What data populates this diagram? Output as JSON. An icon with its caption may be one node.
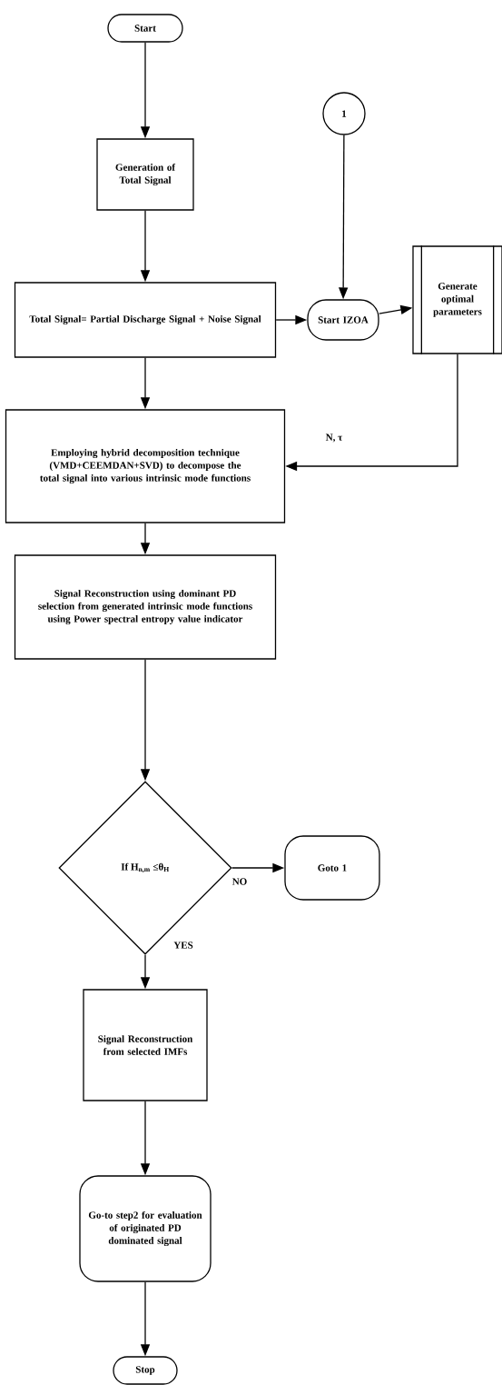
{
  "diagram": {
    "nodes": [
      {
        "text": [
          "Start"
        ]
      },
      {
        "text": [
          "Generation of Total Signal"
        ]
      },
      {
        "text": [
          "Total Signal= Partial Discharge Signal + Noise Signal"
        ]
      },
      {
        "text": [
          "1"
        ]
      },
      {
        "text": [
          "Start IZOA"
        ]
      },
      {
        "text": [
          "Generate optimal parameters"
        ]
      },
      {
        "text": [
          "Employing hybrid decomposition technique (VMD+CEEMDAN+SVD) to decompose the total signal into various intrinsic mode functions"
        ]
      },
      {
        "text": [
          "Signal Reconstruction using dominant PD selection from generated intrinsic mode functions using Power spectral entropy value indicator"
        ]
      },
      {
        "text": [
          "If H$_{n,m}$ ≤θ$_{H}$"
        ]
      },
      {
        "text": [
          "Goto 1"
        ]
      },
      {
        "text": [
          "Signal Reconstruction from selected IMFs"
        ]
      },
      {
        "text": [
          "Go-to step2 for evaluation of originated PD dominated signal"
        ]
      },
      {
        "text": [
          "Stop"
        ]
      }
    ],
    "edges": [
      {
        "from": 0,
        "to": 1,
        "arrow": "to"
      },
      {
        "from": 1,
        "to": 2,
        "arrow": "to"
      },
      {
        "from": 2,
        "to": 4,
        "arrow": "to"
      },
      {
        "from": 3,
        "to": 4,
        "arrow": "to"
      },
      {
        "from": 4,
        "to": 5,
        "arrow": "to"
      },
      {
        "from": 5,
        "to": 6,
        "arrow": "to",
        "label": "N, τ"
      },
      {
        "from": 2,
        "to": 6,
        "arrow": "to"
      },
      {
        "from": 6,
        "to": 7,
        "arrow": "to"
      },
      {
        "from": 7,
        "to": 8,
        "arrow": "to"
      },
      {
        "from": 8,
        "to": 9,
        "arrow": "to",
        "label": "NO"
      },
      {
        "from": 8,
        "to": 10,
        "arrow": "to",
        "label": "YES"
      },
      {
        "from": 10,
        "to": 11,
        "arrow": "to"
      },
      {
        "from": 11,
        "to": 12,
        "arrow": "to"
      }
    ]
  }
}
